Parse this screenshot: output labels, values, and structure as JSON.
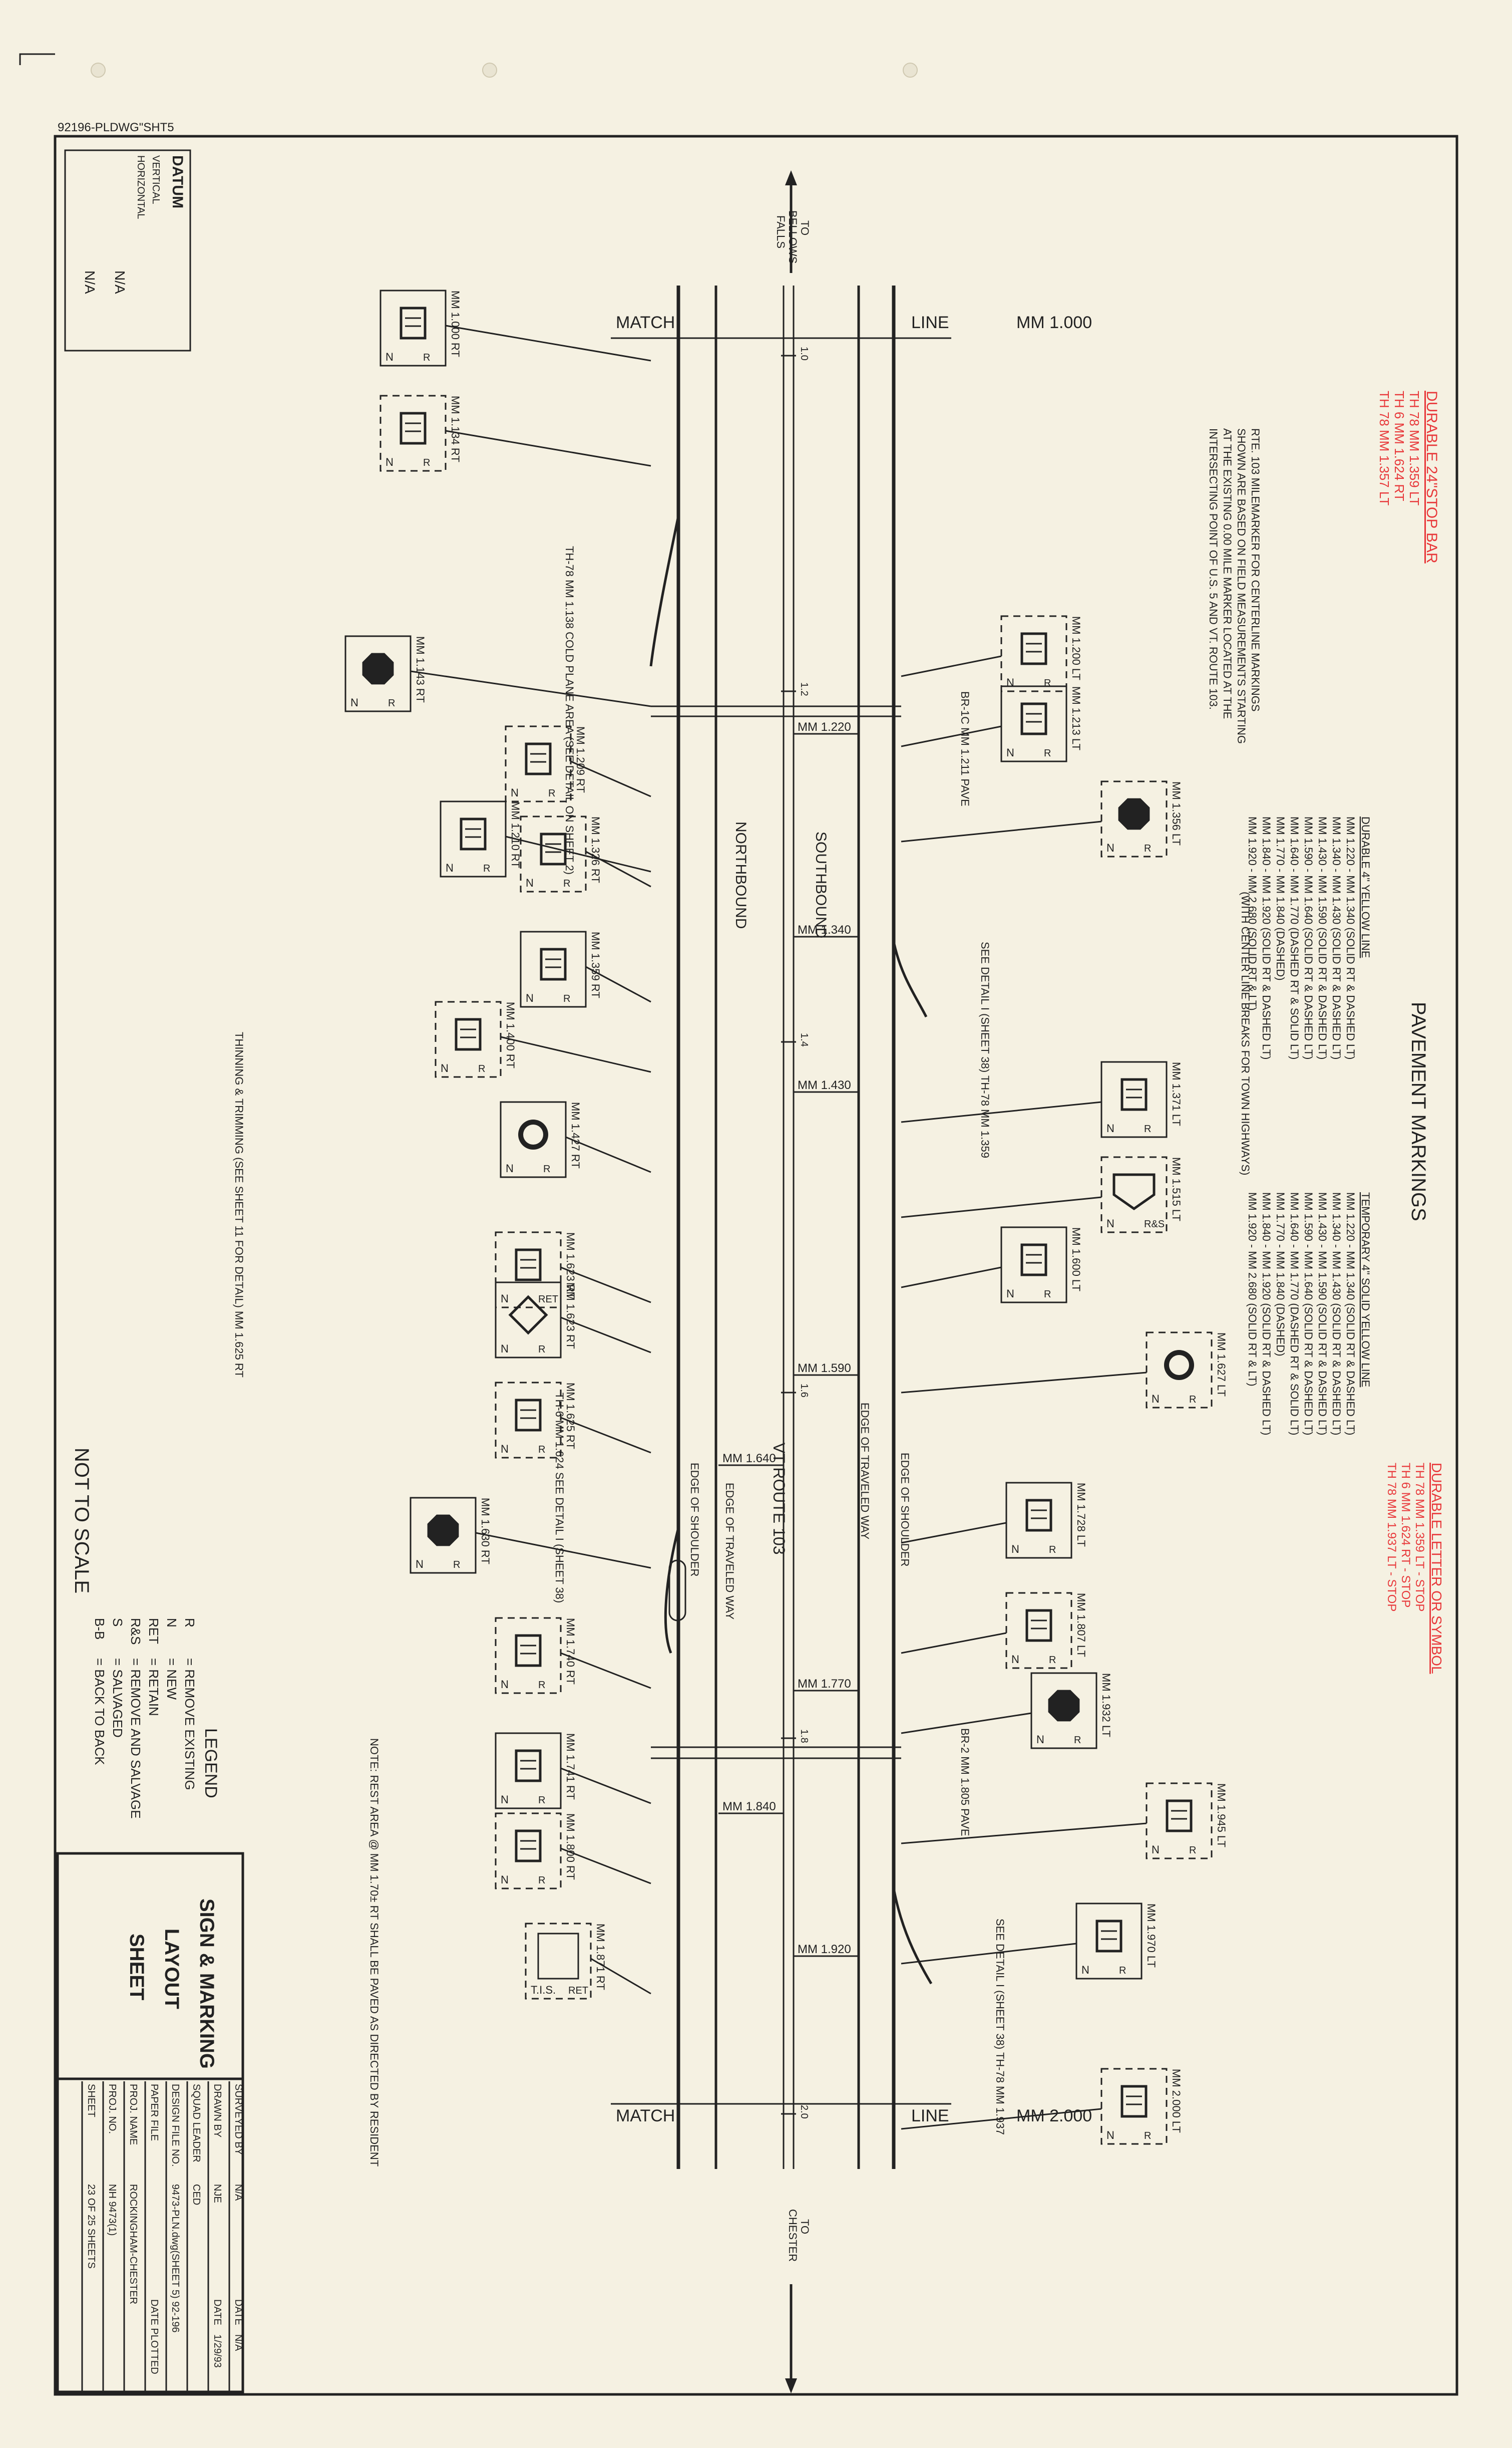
{
  "drawing_id": "92196-PLDWG\"SHT5",
  "datum": {
    "title": "DATUM",
    "vertical_label": "VERTICAL",
    "vertical_value": "N/A",
    "horizontal_label": "HORIZONTAL",
    "horizontal_value": "N/A"
  },
  "match_line_top": {
    "match": "MATCH",
    "line": "LINE",
    "mm": "MM 1.000"
  },
  "match_line_bottom": {
    "match": "MATCH",
    "line": "LINE",
    "mm": "MM 2.000"
  },
  "direction_top": {
    "to": "TO",
    "place1": "BELLOWS",
    "place2": "FALLS"
  },
  "direction_bottom": {
    "to": "TO",
    "place": "CHESTER"
  },
  "road_labels": {
    "northbound": "NORTHBOUND",
    "southbound": "SOUTHBOUND",
    "route": "VT ROUTE 103",
    "edge_shoulder_left": "EDGE OF SHOULDER",
    "edge_traveled_left": "EDGE OF TRAVELED WAY",
    "edge_shoulder_right": "EDGE OF SHOULDER",
    "edge_traveled_right": "EDGE OF TRAVELED WAY"
  },
  "stations": [
    "1.0",
    "1.2",
    "1.4",
    "1.6",
    "1.8",
    "2.0"
  ],
  "mm_markers": [
    "MM 1.220",
    "MM 1.340",
    "MM 1.430",
    "MM 1.590",
    "MM 1.640",
    "MM 1.770",
    "MM 1.840",
    "MM 1.920"
  ],
  "milemarker_note": [
    "RTE. 103 MILEMARKER FOR CENTERLINE MARKINGS",
    "SHOWN ARE BASED ON FIELD MEASUREMENTS STARTING",
    "AT THE EXISTING 0.00 MILE MARKER LOCATED AT THE",
    "INTERSECTING POINT OF U.S. 5 AND VT. ROUTE 103."
  ],
  "red_notes_top": [
    "DURABLE 24\"STOP BAR",
    "TH 78 MM 1.359 LT",
    "TH 6 MM 1.624 RT",
    "TH 78 MM 1.357 LT"
  ],
  "red_notes_mid": [
    "DURABLE LETTER OR SYMBOL",
    "TH 78 MM 1.359 LT - STOP",
    "TH 6 MM 1.624 RT - STOP",
    "TH 78 MM 1.937 LT - STOP"
  ],
  "pavement_markings": {
    "title": "PAVEMENT MARKINGS",
    "durable_header": "DURABLE 4\" YELLOW LINE",
    "durable_lines": [
      "MM 1.220 - MM 1.340 (SOLID RT & DASHED LT)",
      "MM 1.340 - MM 1.430 (SOLID RT & DASHED LT)",
      "MM 1.430 - MM 1.590 (SOLID RT & DASHED LT)",
      "MM 1.590 - MM 1.640 (SOLID RT & DASHED LT)",
      "MM 1.640 - MM 1.770 (DASHED RT & SOLID LT)",
      "MM 1.770 - MM 1.840 (DASHED)",
      "MM 1.840 - MM 1.920 (SOLID RT & DASHED LT)",
      "MM 1.920 - MM 2.680 (SOLID RT & LT)"
    ],
    "durable_footer": "(WITH CENTER LINE BREAKS FOR TOWN HIGHWAYS)",
    "temporary_header": "TEMPORARY 4\" SOLID YELLOW LINE",
    "temporary_lines": [
      "MM 1.220 - MM 1.340 (SOLID RT & DASHED LT)",
      "MM 1.340 - MM 1.430 (SOLID RT & DASHED LT)",
      "MM 1.430 - MM 1.590 (SOLID RT & DASHED LT)",
      "MM 1.590 - MM 1.640 (SOLID RT & DASHED LT)",
      "MM 1.640 - MM 1.770 (DASHED RT & SOLID LT)",
      "MM 1.770 - MM 1.840 (DASHED)",
      "MM 1.840 - MM 1.920 (SOLID RT & DASHED LT)",
      "MM 1.920 - MM 2.680 (SOLID RT & LT)"
    ]
  },
  "signs_left": [
    {
      "label": "MM 1.000 RT",
      "code": "N",
      "kind": "rect",
      "status": "R"
    },
    {
      "label": "MM 1.134 RT",
      "code": "N",
      "kind": "rect",
      "status": "R"
    },
    {
      "label": "MM 1.143 RT",
      "code": "N",
      "kind": "stop",
      "status": "R"
    },
    {
      "label": "MM 1.209 RT",
      "code": "N",
      "kind": "rect",
      "status": "R"
    },
    {
      "label": "MM 1.210 RT",
      "code": "N",
      "kind": "rect",
      "status": "R"
    },
    {
      "label": "MM 1.326 RT",
      "code": "N",
      "kind": "rect",
      "status": "R"
    },
    {
      "label": "MM 1.359 RT",
      "code": "N",
      "kind": "rect",
      "status": "R"
    },
    {
      "label": "MM 1.400 RT",
      "code": "N",
      "kind": "rect",
      "status": "R"
    },
    {
      "label": "MM 1.427 RT",
      "code": "N",
      "kind": "circle",
      "status": "R"
    },
    {
      "label": "MM 1.623 RT",
      "code": "N",
      "kind": "rect",
      "status": "RET"
    },
    {
      "label": "MM 1.623 RT",
      "code": "N",
      "kind": "diamond",
      "status": "R"
    },
    {
      "label": "MM 1.625 RT",
      "code": "N",
      "kind": "rect",
      "status": "R"
    },
    {
      "label": "MM 1.630 RT",
      "code": "N",
      "kind": "stop",
      "status": "R"
    },
    {
      "label": "MM 1.740 RT",
      "code": "N",
      "kind": "rect",
      "status": "R"
    },
    {
      "label": "MM 1.741 RT",
      "code": "N",
      "kind": "rect",
      "status": "R"
    },
    {
      "label": "MM 1.800 RT",
      "code": "N",
      "kind": "rect",
      "status": "R"
    },
    {
      "label": "MM 1.871 RT",
      "code": "T.I.S.",
      "kind": "tis",
      "status": "RET"
    }
  ],
  "signs_right": [
    {
      "label": "MM 1.200 LT",
      "code": "N",
      "kind": "rect",
      "status": "R"
    },
    {
      "label": "MM 1.213 LT",
      "code": "N",
      "kind": "rect",
      "status": "R"
    },
    {
      "label": "MM 1.356 LT",
      "code": "N",
      "kind": "stop",
      "status": "R"
    },
    {
      "label": "MM 1.371 LT",
      "code": "N",
      "kind": "rect",
      "status": "R"
    },
    {
      "label": "MM 1.515 LT",
      "code": "N",
      "kind": "shield",
      "status": "R&S"
    },
    {
      "label": "MM 1.600 LT",
      "code": "N",
      "kind": "rect",
      "status": "R"
    },
    {
      "label": "MM 1.627 LT",
      "code": "N",
      "kind": "circle",
      "status": "R"
    },
    {
      "label": "MM 1.728 LT",
      "code": "N",
      "kind": "rect",
      "status": "R"
    },
    {
      "label": "MM 1.807 LT",
      "code": "N",
      "kind": "rect",
      "status": "R"
    },
    {
      "label": "MM 1.932 LT",
      "code": "N",
      "kind": "stop",
      "status": "R"
    },
    {
      "label": "MM 1.945 LT",
      "code": "N",
      "kind": "rect",
      "status": "R"
    },
    {
      "label": "MM 1.970 LT",
      "code": "N",
      "kind": "rect",
      "status": "R"
    },
    {
      "label": "MM 2.000 LT",
      "code": "N",
      "kind": "rect",
      "status": "R"
    }
  ],
  "callouts": [
    "TH-78 MM 1.138 COLD PLANE AREA (SEE DETAIL ON SHEET 2)",
    "BR-1C MM 1.211 PAVE",
    "SEE DETAIL I (SHEET 38) TH-78 MM 1.359",
    "THINNING & TRIMMING (SEE SHEET 11 FOR DETAIL) MM 1.625 RT",
    "TH-6 MM 1.624 SEE DETAIL I (SHEET 38)",
    "BR-2 MM 1.805 PAVE",
    "SEE DETAIL I (SHEET 38) TH-78 MM 1.937",
    "NOTE: REST AREA @ MM 1.70± RT SHALL BE PAVED AS DIRECTED BY RESIDENT"
  ],
  "legend": {
    "title": "LEGEND",
    "items": [
      {
        "sym": "R",
        "text": "= REMOVE EXISTING"
      },
      {
        "sym": "N",
        "text": "= NEW"
      },
      {
        "sym": "RET",
        "text": "= RETAIN"
      },
      {
        "sym": "R&S",
        "text": "= REMOVE AND SALVAGE"
      },
      {
        "sym": "S",
        "text": "= SALVAGED"
      },
      {
        "sym": "B-B",
        "text": "= BACK TO BACK"
      }
    ]
  },
  "not_to_scale": "NOT TO SCALE",
  "title_block": {
    "title1": "SIGN & MARKING",
    "title2": "LAYOUT",
    "title3": "SHEET",
    "rows": [
      {
        "k": "SURVEYED BY",
        "v": "N/A",
        "k2": "DATE",
        "v2": "N/A"
      },
      {
        "k": "DRAWN BY",
        "v": "NJE",
        "k2": "DATE",
        "v2": "1/29/93"
      },
      {
        "k": "SQUAD LEADER",
        "v": "CED",
        "k2": "",
        "v2": ""
      },
      {
        "k": "DESIGN FILE NO.",
        "v": "9473-PLN.dwg(SHEET 5) 92-196",
        "k2": "",
        "v2": ""
      },
      {
        "k": "PAPER FILE",
        "v": "",
        "k2": "DATE PLOTTED",
        "v2": ""
      },
      {
        "k": "PROJ. NAME",
        "v": "ROCKINGHAM-CHESTER",
        "k2": "",
        "v2": ""
      },
      {
        "k": "PROJ. NO.",
        "v": "NH 9473(1)",
        "k2": "",
        "v2": ""
      },
      {
        "k": "SHEET",
        "v": "23 OF 25 SHEETS",
        "k2": "",
        "v2": ""
      }
    ]
  }
}
